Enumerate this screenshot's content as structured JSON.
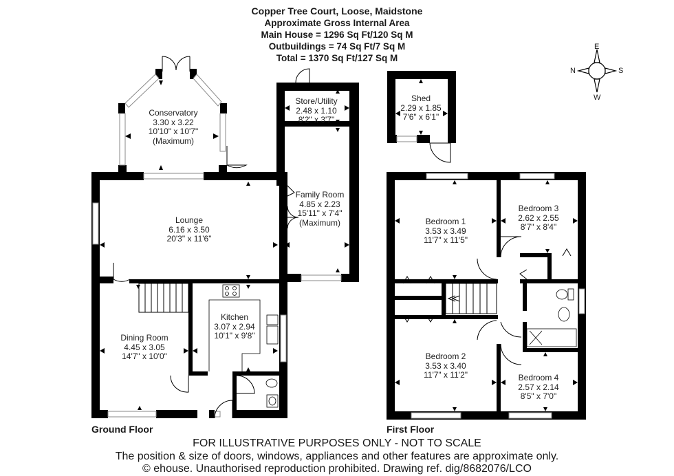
{
  "header": {
    "title": "Copper Tree Court, Loose, Maidstone",
    "subtitle": "Approximate Gross Internal Area",
    "main_house": "Main House = 1296 Sq Ft/120 Sq M",
    "outbuildings": "Outbuildings = 74 Sq Ft/7 Sq M",
    "total": "Total = 1370 Sq Ft/127 Sq M"
  },
  "compass": {
    "top": "E",
    "left": "N",
    "right": "S",
    "bottom": "W"
  },
  "ground_floor": {
    "label": "Ground Floor",
    "rooms": [
      {
        "name": "Conservatory",
        "metric": "3.30 x 3.22",
        "imperial": "10'10\" x 10'7\"",
        "note": "(Maximum)"
      },
      {
        "name": "Store/Utility",
        "metric": "2.48 x 1.10",
        "imperial": "8'2\" x 3'7\""
      },
      {
        "name": "Family Room",
        "metric": "4.85 x 2.23",
        "imperial": "15'11\" x 7'4\"",
        "note": "(Maximum)"
      },
      {
        "name": "Lounge",
        "metric": "6.16 x 3.50",
        "imperial": "20'3\" x 11'6\""
      },
      {
        "name": "Kitchen",
        "metric": "3.07 x 2.94",
        "imperial": "10'1\" x 9'8\""
      },
      {
        "name": "Dining Room",
        "metric": "4.45 x 3.05",
        "imperial": "14'7\" x 10'0\""
      }
    ]
  },
  "outbuilding": {
    "rooms": [
      {
        "name": "Shed",
        "metric": "2.29 x 1.85",
        "imperial": "7'6\" x 6'1\""
      }
    ]
  },
  "first_floor": {
    "label": "First Floor",
    "rooms": [
      {
        "name": "Bedroom 1",
        "metric": "3.53 x 3.49",
        "imperial": "11'7\" x 11'5\""
      },
      {
        "name": "Bedroom 3",
        "metric": "2.62 x 2.55",
        "imperial": "8'7\" x 8'4\""
      },
      {
        "name": "Bedroom 2",
        "metric": "3.53 x 3.40",
        "imperial": "11'7\" x 11'2\""
      },
      {
        "name": "Bedroom 4",
        "metric": "2.57 x 2.14",
        "imperial": "8'5\" x 7'0\""
      }
    ]
  },
  "footer": {
    "disclaimer": "FOR ILLUSTRATIVE PURPOSES ONLY - NOT TO SCALE",
    "note": "The position & size of doors, windows, appliances and other features are approximate only.",
    "copyright": "© ehouse. Unauthorised reproduction prohibited. Drawing ref. dig/8682076/LCO"
  },
  "colors": {
    "wall": "#000000",
    "window": "#9a9a9a",
    "background": "#ffffff",
    "text": "#222222"
  }
}
